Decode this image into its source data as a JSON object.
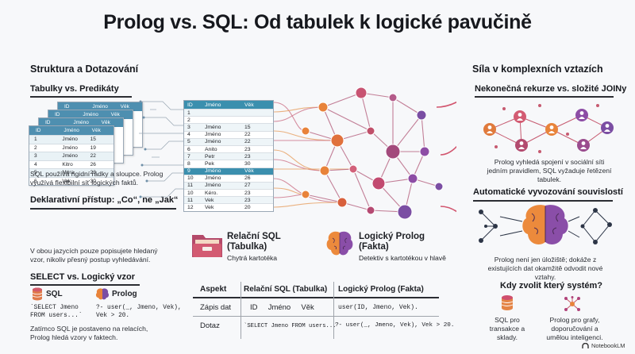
{
  "title": "Prolog vs. SQL: Od tabulek k logické pavučině",
  "left": {
    "section_title": "Struktura a Dotazování",
    "tables_heading": "Tabulky vs. Predikáty",
    "stack_table": {
      "headers": [
        "ID",
        "Jméno",
        "Věk"
      ],
      "rows": [
        [
          "1",
          "Jméno",
          "15"
        ],
        [
          "2",
          "Jméno",
          "19"
        ],
        [
          "3",
          "Jméno",
          "22"
        ],
        [
          "4",
          "Kitro",
          "26"
        ],
        [
          "5",
          "Móra",
          "23"
        ],
        [
          "6",
          "Vek",
          "30"
        ]
      ]
    },
    "tables_desc": "SQL používá rigidní řádky a sloupce. Prolog využívá flexibilní síť logických faktů.",
    "declarative_heading": "Deklarativní přístup: „Co“, ne „Jak“",
    "declarative_desc": "V obou jazycích pouze popisujete hledaný vzor, nikoliv přesný postup vyhledávání.",
    "select_heading": "SELECT vs. Logický vzor",
    "sql_label": "SQL",
    "prolog_label": "Prolog",
    "sql_code": "`SELECT Jmeno\nFROM users...`",
    "prolog_code": "?- user(_, Jmeno, Vek),\nVek > 20.",
    "select_desc": "Zatímco SQL je postaveno na relacích, Prolog hledá vzory v faktech."
  },
  "center": {
    "table_headers": [
      "ID",
      "Jméno",
      "Věk"
    ],
    "table_rows": [
      [
        "1",
        "",
        ""
      ],
      [
        "2",
        "",
        ""
      ],
      [
        "3",
        "Jméno",
        "15"
      ],
      [
        "4",
        "Jméno",
        "22"
      ],
      [
        "5",
        "Jméno",
        "22"
      ],
      [
        "6",
        "Anito",
        "23"
      ],
      [
        "7",
        "Petr",
        "23"
      ],
      [
        "8",
        "Pek",
        "30"
      ],
      [
        "9",
        "Jméno",
        "Věk"
      ],
      [
        "10",
        "Jméno",
        "26"
      ],
      [
        "11",
        "Jméno",
        "27"
      ],
      [
        "10",
        "Kéro.",
        "23"
      ],
      [
        "11",
        "Vek",
        "23"
      ],
      [
        "12",
        "Vek",
        "20"
      ]
    ],
    "sql_title": "Relační SQL (Tabulka)",
    "sql_sub": "Chytrá kartotéka",
    "prolog_title": "Logický Prolog (Fakta)",
    "prolog_sub": "Detektiv s kartotékou v hlavě"
  },
  "compare": {
    "headers": [
      "Aspekt",
      "Relační SQL (Tabulka)",
      "Logický Prolog (Fakta)"
    ],
    "rows": [
      {
        "aspect": "Zápis dat",
        "sql": "ID     Jméno     Věk",
        "prolog": "user(ID, Jmeno, Vek)."
      },
      {
        "aspect": "Dotaz",
        "sql": "`SELECT Jmeno FROM users...`",
        "prolog": "?- user(_, Jmeno, Vek), Vek > 20."
      }
    ]
  },
  "right": {
    "section_title": "Síla v komplexních vztazích",
    "recursion_heading": "Nekonečná rekurze vs. složité JOINy",
    "recursion_desc": "Prolog vyhledá spojení v sociální síti jedním pravidlem, SQL vyžaduje řetězení tabulek.",
    "inference_heading": "Automatické vyvozování souvislostí",
    "inference_desc": "Prolog není jen úložiště; dokáže z existujících dat okamžitě odvodit nové vztahy.",
    "choose_heading": "Kdy zvolit který systém?",
    "sql_choice": "SQL pro transakce a sklady.",
    "prolog_choice": "Prolog pro grafy, doporučování a umělou inteligenci."
  },
  "footer": {
    "brand": "NotebookLM"
  },
  "colors": {
    "teal": "#3b8fae",
    "orange": "#e8833a",
    "purple": "#7b4ea3",
    "pink": "#d9456a",
    "navy": "#22355a"
  }
}
